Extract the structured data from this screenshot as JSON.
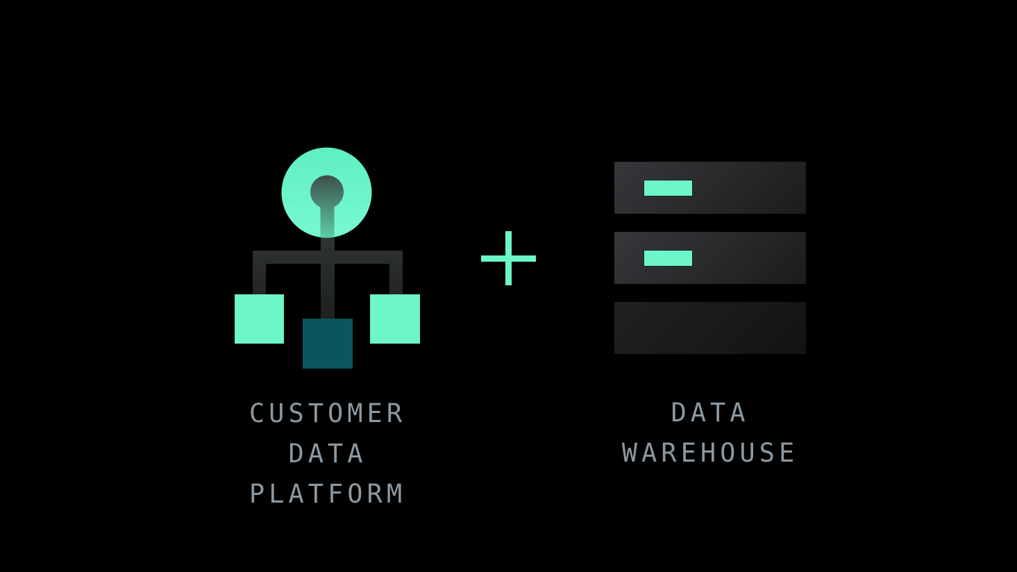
{
  "background": "#000000",
  "colors": {
    "mint": "#6CF6CA",
    "node_teal": "#0A565C",
    "tree_top": "#333637",
    "tree_bottom": "#121415",
    "hub_top": "#5EEFC2",
    "hub_bottom": "#79F8D1",
    "keyhole_top": "#3E4D49",
    "keyhole_bottom": "#5CCFAA",
    "label": "#8C98A1"
  },
  "cdp": {
    "icon": "cdp-hierarchy-icon",
    "label": "CUSTOMER DATA PLATFORM",
    "label_lines": [
      "CUSTOMER",
      "DATA",
      "PLATFORM"
    ]
  },
  "operator": {
    "symbol": "+"
  },
  "warehouse": {
    "icon": "server-stack-icon",
    "label": "DATA WAREHOUSE",
    "label_lines": [
      "DATA",
      "WAREHOUSE"
    ]
  }
}
